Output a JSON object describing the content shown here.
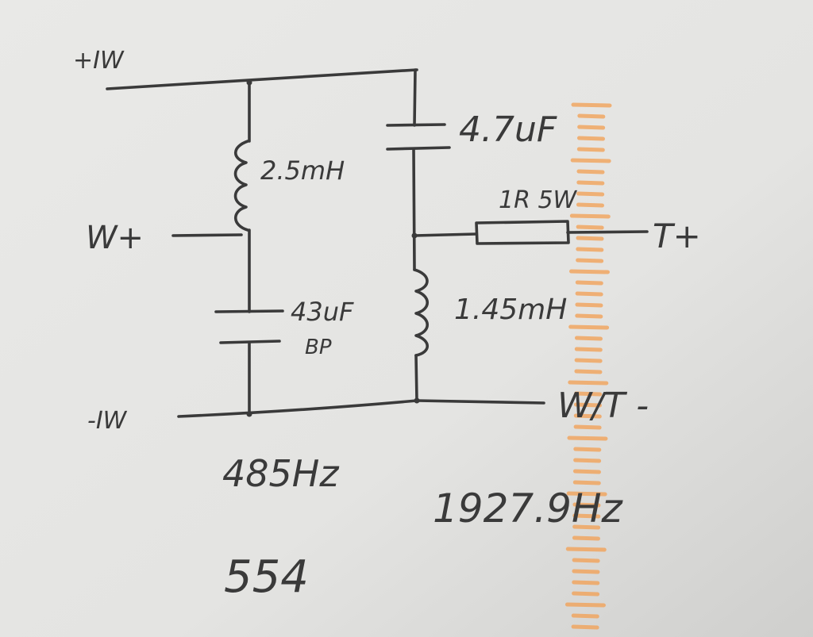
{
  "diagram": {
    "terminals": {
      "input_pos": "+IW",
      "woofer_pos": "W+",
      "input_neg": "-IW",
      "tweeter_pos": "T+",
      "common_neg": "W/T -"
    },
    "components": {
      "woofer_inductor": "2.5mH",
      "woofer_cap": "43uF",
      "woofer_cap_type": "BP",
      "tweeter_cap": "4.7uF",
      "tweeter_resistor": "1R 5W",
      "tweeter_inductor": "1.45mH"
    },
    "notes": {
      "woofer_freq": "485Hz",
      "tweeter_freq": "1927.9Hz",
      "model": "554"
    }
  },
  "colors": {
    "ink": "#3a3a3a",
    "paper": "#e8e8e6",
    "ruler": "#f2a35a"
  }
}
